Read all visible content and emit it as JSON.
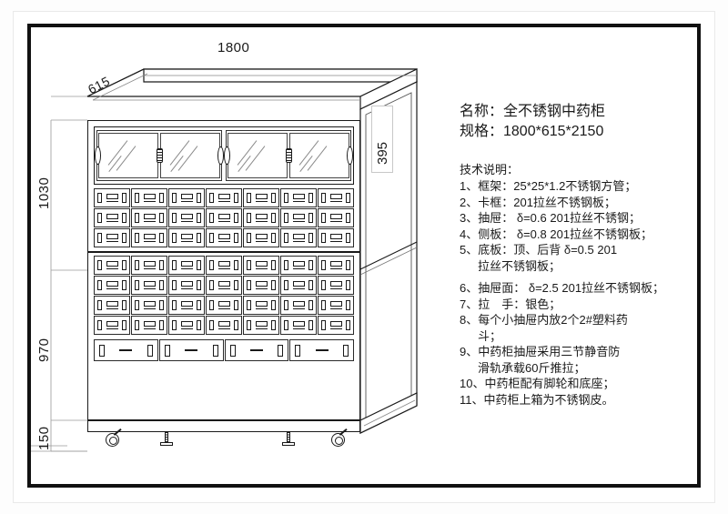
{
  "drawing": {
    "product_title": "名称：全不锈钢中药柜",
    "product_spec": "规格：1800*615*2150",
    "spec_heading": "技术说明：",
    "spec_items": [
      "1、框架：25*25*1.2不锈钢方管；",
      "2、卡框：201拉丝不锈钢板；",
      "3、抽屉： δ=0.6 201拉丝不锈钢；",
      "4、侧板： δ=0.8 201拉丝不锈钢板；",
      "5、底板：顶、后背 δ=0.5 201",
      "拉丝不锈钢板；",
      "6、抽屉面： δ=2.5 201拉丝不锈钢板；",
      "7、拉　手：银色；",
      "8、每个小抽屉内放2个2#塑料药",
      "斗；",
      "9、中药柜抽屉采用三节静音防",
      "滑轨承载60斤推拉；",
      "10、中药柜配有脚轮和底座；",
      "11、中药柜上箱为不锈钢皮。"
    ],
    "dimensions": {
      "width": "1800",
      "depth": "615",
      "upper_height": "1030",
      "lower_height": "970",
      "base_height": "150",
      "glass_cabinet_height": "395"
    },
    "structure": {
      "glass_doors": 4,
      "glass_door_pairs": 2,
      "upper_drawer_rows": 3,
      "lower_drawer_rows": 4,
      "drawer_columns": 7,
      "wide_drawers": 4,
      "casters": 2,
      "leveling_feet": 2
    },
    "colors": {
      "line": "#1a1a1a",
      "frame": "#111111",
      "background": "#ffffff",
      "dimension_line": "#9a9a9a"
    }
  }
}
